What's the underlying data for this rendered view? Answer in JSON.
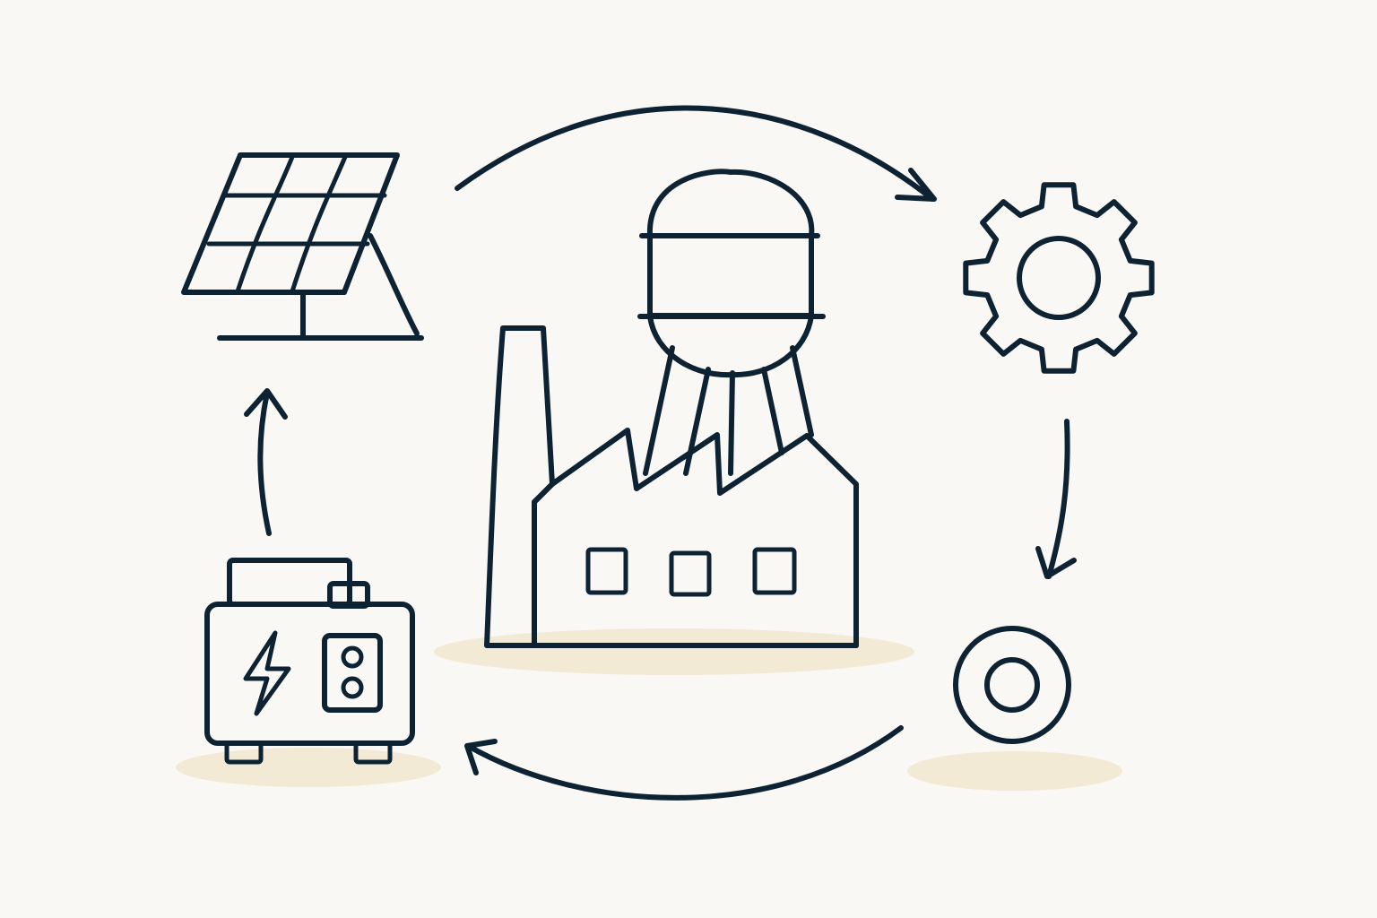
{
  "colors": {
    "background": "#faf8f4",
    "ink": "#0d2233",
    "factory_fill": "#245a86",
    "tank_fill": "#5898bf",
    "tank_lower_fill": "#4a84ad",
    "window_fill": "#ffffff",
    "shadow": "#f3ead6"
  },
  "nodes": [
    {
      "id": "solar-panel",
      "icon": "solar-panel-icon"
    },
    {
      "id": "gear",
      "icon": "gear-icon"
    },
    {
      "id": "target",
      "icon": "ring-target-icon"
    },
    {
      "id": "generator",
      "icon": "battery-generator-icon"
    },
    {
      "id": "factory",
      "icon": "factory-water-tower-icon"
    }
  ],
  "flow": [
    {
      "from": "solar-panel",
      "to": "gear"
    },
    {
      "from": "gear",
      "to": "target"
    },
    {
      "from": "target",
      "to": "generator"
    },
    {
      "from": "generator",
      "to": "solar-panel"
    }
  ]
}
